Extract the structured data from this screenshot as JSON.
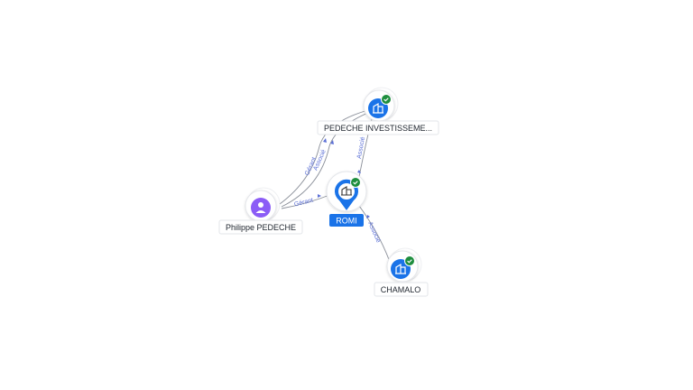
{
  "nodes": {
    "center": {
      "label": "ROMI",
      "kind": "company",
      "verified": true
    },
    "holding": {
      "label": "PEDECHE INVESTISSEME...",
      "kind": "company",
      "verified": true
    },
    "person": {
      "label": "Philippe PEDECHE",
      "kind": "person"
    },
    "subsidiary": {
      "label": "CHAMALO",
      "kind": "company",
      "verified": true
    }
  },
  "edges": {
    "person_holding_1": "Gérant",
    "person_holding_2": "Associé",
    "person_center": "Gérant",
    "holding_center": "Associé",
    "center_subsidiary": "Associé"
  },
  "colors": {
    "company": "#1a73e8",
    "person": "#8b5cf6",
    "verified": "#1e8e3e",
    "edge_label": "#5b6fd6",
    "edge": "#8a8f99"
  }
}
